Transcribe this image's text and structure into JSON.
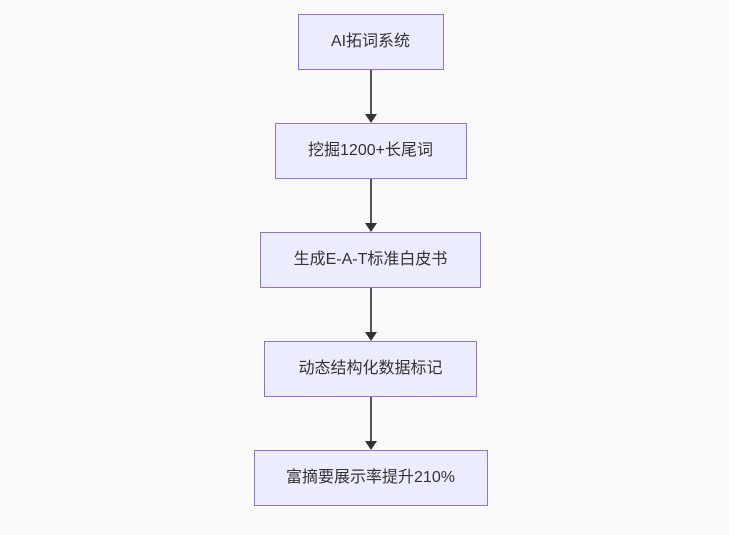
{
  "page": {
    "background_color": "#fafafa"
  },
  "diagram": {
    "type": "flowchart",
    "direction": "top-down",
    "theme": {
      "node_fill": "#ECECFF",
      "node_border": "#9370DB",
      "node_text_color": "#333333",
      "edge_color": "#555555",
      "arrowhead_color": "#333333"
    },
    "nodes": [
      {
        "label": "AI拓词系统"
      },
      {
        "label": "挖掘1200+长尾词"
      },
      {
        "label": "生成E-A-T标准白皮书"
      },
      {
        "label": "动态结构化数据标记"
      },
      {
        "label": "富摘要展示率提升210%"
      }
    ],
    "edges": [
      {
        "from": 0,
        "to": 1,
        "arrow": "pointed"
      },
      {
        "from": 1,
        "to": 2,
        "arrow": "pointed"
      },
      {
        "from": 2,
        "to": 3,
        "arrow": "pointed"
      },
      {
        "from": 3,
        "to": 4,
        "arrow": "pointed"
      }
    ]
  }
}
